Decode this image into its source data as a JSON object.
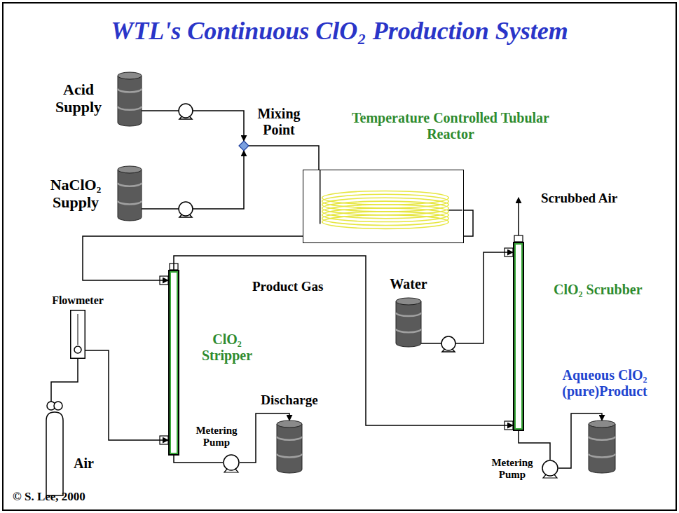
{
  "diagram": {
    "title": "WTL's Continuous ClO₂ Production System",
    "nodes": [
      {
        "text": [
          "Acid Supply"
        ]
      },
      {
        "text": [
          "NaClO₂ Supply"
        ]
      },
      {
        "text": [
          "Mixing Point"
        ]
      },
      {
        "text": [
          "Temperature Controlled Tubular Reactor"
        ]
      },
      {
        "text": [
          "Flowmeter"
        ]
      },
      {
        "text": [
          "Air"
        ]
      },
      {
        "text": [
          "ClO₂ Stripper"
        ]
      },
      {
        "text": [
          "Metering Pump"
        ]
      },
      {
        "text": [
          "Discharge"
        ]
      },
      {
        "text": [
          "Water"
        ]
      },
      {
        "text": [
          "ClO₂ Scrubber"
        ]
      },
      {
        "text": [
          "Metering Pump"
        ]
      },
      {
        "text": [
          "Aqueous ClO₂ (pure)Product"
        ]
      }
    ],
    "edges": [
      {
        "from": 0,
        "to": 2,
        "arrow": "to"
      },
      {
        "from": 1,
        "to": 2,
        "arrow": "to"
      },
      {
        "from": 2,
        "to": 3,
        "arrow": "none"
      },
      {
        "from": 3,
        "to": 6,
        "arrow": "to"
      },
      {
        "from": 5,
        "to": 4,
        "arrow": "none"
      },
      {
        "from": 4,
        "to": 6,
        "arrow": "to"
      },
      {
        "from": 6,
        "to": 10,
        "label": "Product Gas",
        "arrow": "to"
      },
      {
        "from": 6,
        "to": 7,
        "arrow": "none"
      },
      {
        "from": 7,
        "to": 8,
        "arrow": "to"
      },
      {
        "from": 9,
        "to": 10,
        "arrow": "to"
      },
      {
        "from": 10,
        "to": 11,
        "arrow": "none"
      },
      {
        "from": 11,
        "to": 12,
        "arrow": "to"
      }
    ],
    "labels": [
      "Scrubbed Air",
      "© S. Lee, 2000"
    ]
  }
}
